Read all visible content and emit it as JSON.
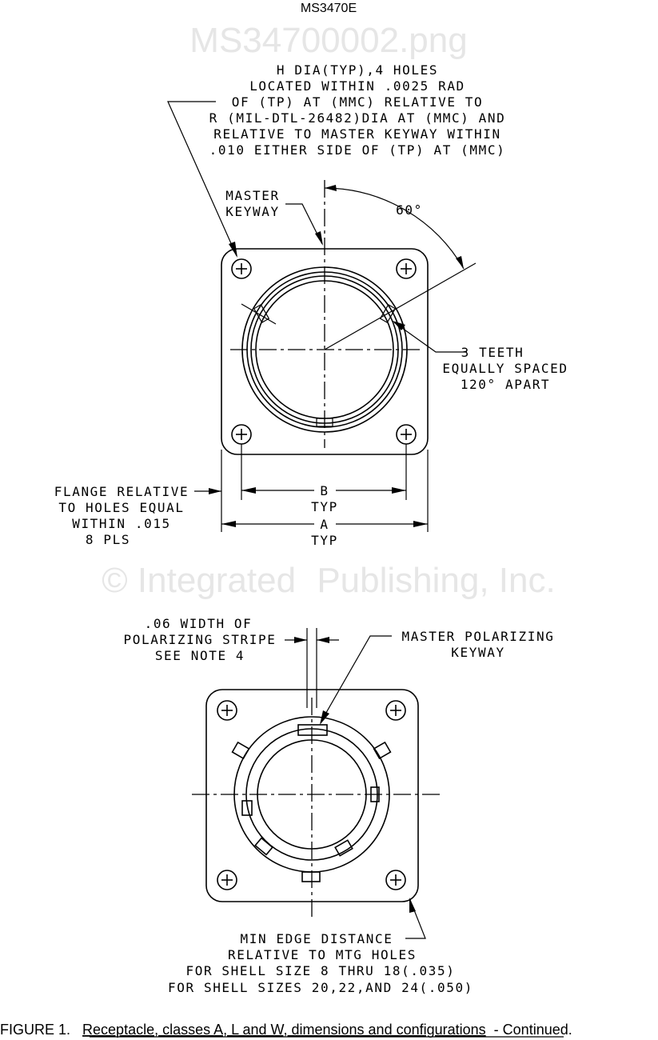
{
  "header": {
    "doc_id": "MS3470E"
  },
  "watermark": [
    "© Integrated",
    "Publishing, Inc.",
    "MS34700002.png"
  ],
  "top_view": {
    "hole_note": [
      "H DIA(TYP),4 HOLES",
      "LOCATED WITHIN .0025 RAD",
      "OF (TP) AT (MMC) RELATIVE TO",
      "R (MIL-DTL-26482)DIA AT (MMC) AND",
      "RELATIVE TO MASTER KEYWAY WITHIN",
      ".010 EITHER SIDE OF (TP) AT (MMC)"
    ],
    "master_keyway": [
      "MASTER",
      "KEYWAY"
    ],
    "angle": "60°",
    "teeth_note": [
      "3 TEETH",
      "EQUALLY SPACED",
      "120° APART"
    ],
    "flange_note": [
      "FLANGE RELATIVE",
      "TO HOLES EQUAL",
      "WITHIN .015",
      "8 PLS"
    ],
    "dim_b": [
      "B",
      "TYP"
    ],
    "dim_a": [
      "A",
      "TYP"
    ]
  },
  "bottom_view": {
    "stripe_note": [
      ".06 WIDTH OF",
      "POLARIZING STRIPE",
      "SEE NOTE 4"
    ],
    "keyway_note": [
      "MASTER POLARIZING",
      "KEYWAY"
    ],
    "edge_note": [
      "MIN EDGE DISTANCE",
      "RELATIVE TO MTG HOLES",
      "FOR SHELL SIZE 8 THRU 18(.035)",
      "FOR SHELL SIZES 20,22,AND 24(.050)"
    ]
  },
  "caption": {
    "label": "FIGURE 1.",
    "title": "Receptacle, classes A, L and W, dimensions and configurations",
    "suffix": " - Continued."
  }
}
